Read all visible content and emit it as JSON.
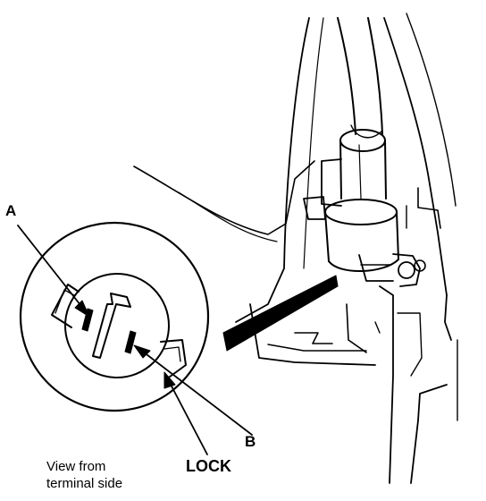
{
  "labels": {
    "a": "A",
    "b": "B",
    "lock": "LOCK",
    "caption_line1": "View from",
    "caption_line2": "terminal side"
  },
  "colors": {
    "ink": "#000000",
    "paper": "#ffffff"
  }
}
